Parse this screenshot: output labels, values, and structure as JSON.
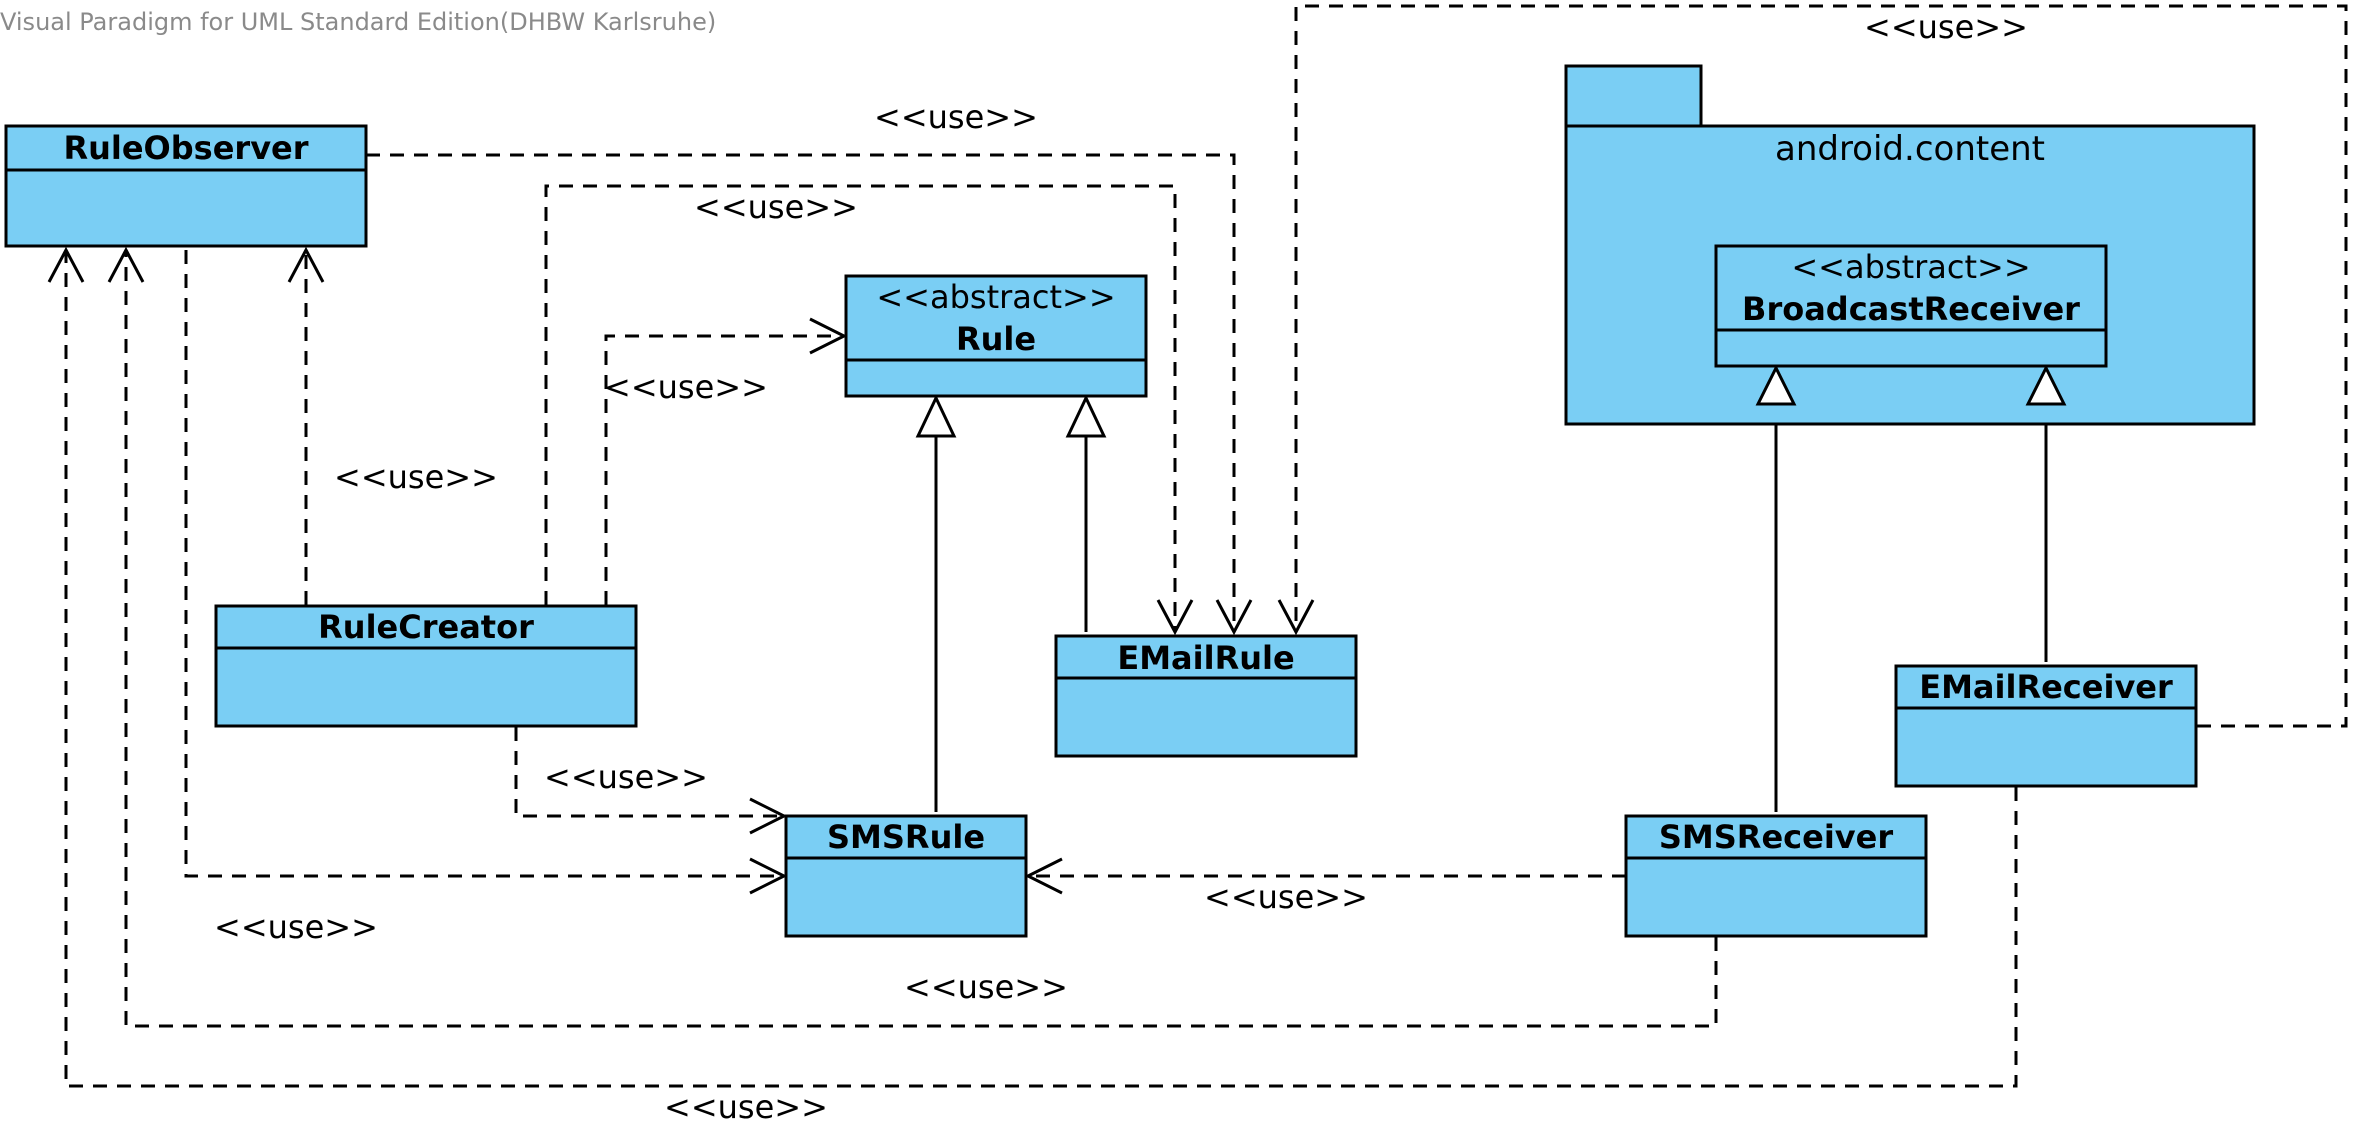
{
  "window": {
    "title": "Visual Paradigm for UML Standard Edition(DHBW Karlsruhe)"
  },
  "package": {
    "name": "android.content"
  },
  "classes": {
    "rule_observer": {
      "name": "RuleObserver"
    },
    "rule": {
      "stereotype": "<<abstract>>",
      "name": "Rule"
    },
    "broadcast_receiver": {
      "stereotype": "<<abstract>>",
      "name": "BroadcastReceiver"
    },
    "rule_creator": {
      "name": "RuleCreator"
    },
    "email_rule": {
      "name": "EMailRule"
    },
    "email_receiver": {
      "name": "EMailReceiver"
    },
    "sms_rule": {
      "name": "SMSRule"
    },
    "sms_receiver": {
      "name": "SMSReceiver"
    }
  },
  "dependency_label": "<<use>>",
  "colors": {
    "class_fill": "#7acef4",
    "line": "#000000"
  }
}
